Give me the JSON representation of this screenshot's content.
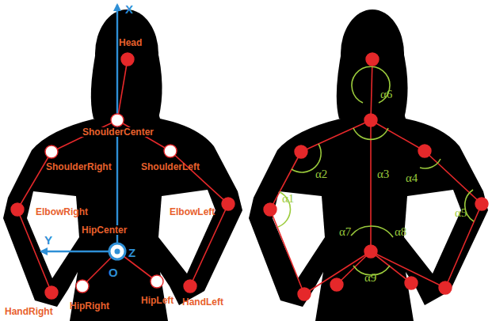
{
  "diagram": {
    "labels": [
      "X",
      "Head",
      "ShoulderCenter",
      "ShoulderRight",
      "ShoulderLeft",
      "ElbowRight",
      "ElbowLeft",
      "HipCenter",
      "Y",
      "Z",
      "O",
      "HandRight",
      "HipRight",
      "HipLeft",
      "HandLeft",
      "α6",
      "α2",
      "α3",
      "α4",
      "α1",
      "α5",
      "α7",
      "α8",
      "α9"
    ]
  }
}
